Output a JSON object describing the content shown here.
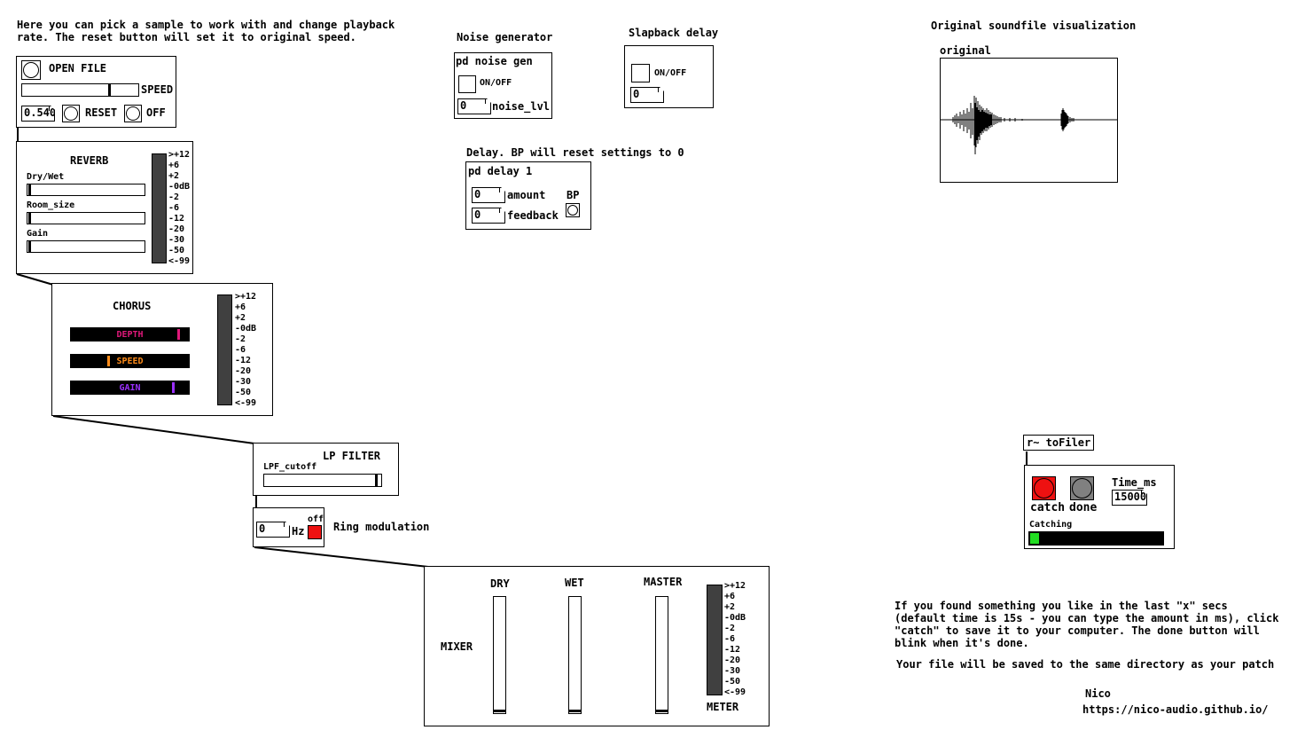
{
  "comments": {
    "intro": "Here you can pick a sample to work with and change playback\nrate. The reset button will set it to original speed.",
    "noise_title": "Noise generator",
    "slap_title": "Slapback delay",
    "delay_title": "Delay. BP will reset settings to 0",
    "orig_title": "Original soundfile visualization",
    "ring_title": "Ring modulation",
    "catch_info": "If you found something you like in the last \"x\" secs\n(default time is 15s - you can type the amount in ms), click\n\"catch\" to save it to your computer. The done button will\nblink when it's done.",
    "save_info": "Your file will be saved to the same directory as your patch",
    "author": "Nico",
    "url": "https://nico-audio.github.io/"
  },
  "player": {
    "open_file": "OPEN FILE",
    "speed": "SPEED",
    "speed_value": "0.540",
    "speed_slider": 0.76,
    "reset": "RESET",
    "off": "OFF"
  },
  "reverb": {
    "title": "REVERB",
    "dry_wet": "Dry/Wet",
    "room_size": "Room_size",
    "gain": "Gain"
  },
  "vu_labels": [
    ">+12",
    "+6",
    "+2",
    "-0dB",
    "-2",
    "-6",
    "-12",
    "-20",
    "-30",
    "-50",
    "<-99"
  ],
  "chorus": {
    "title": "CHORUS",
    "depth": "DEPTH",
    "speed": "SPEED",
    "gain": "GAIN",
    "depth_color": "#e0187a",
    "speed_color": "#ff8c1a",
    "gain_color": "#9b30ff",
    "depth_level": 0.93,
    "speed_level": 0.32,
    "gain_level": 0.88
  },
  "noise": {
    "object": "pd noise gen",
    "on_off": "ON/OFF",
    "level": "0",
    "level_label": "noise_lvl"
  },
  "slapback": {
    "on_off": "ON/OFF",
    "value": "0"
  },
  "delay": {
    "object": "pd delay 1",
    "amount_value": "0",
    "amount": "amount",
    "feedback_value": "0",
    "feedback": "feedback",
    "bp": "BP"
  },
  "original": {
    "array_name": "original"
  },
  "lp_filter": {
    "title": "LP FILTER",
    "cutoff": "LPF_cutoff",
    "cutoff_level": 0.98
  },
  "ring": {
    "hz_value": "0",
    "hz": "Hz",
    "off": "off",
    "toggle_color": "#ee1111"
  },
  "mixer": {
    "title": "MIXER",
    "dry": "DRY",
    "wet": "WET",
    "master": "MASTER",
    "meter": "METER"
  },
  "filer": {
    "object": "r~ toFiler",
    "catch": "catch",
    "done": "done",
    "time_label": "Time_ms",
    "time_value": "15000",
    "catching": "Catching",
    "catch_color": "#ee1111",
    "done_color": "#808080",
    "progress_color": "#22dd22"
  }
}
